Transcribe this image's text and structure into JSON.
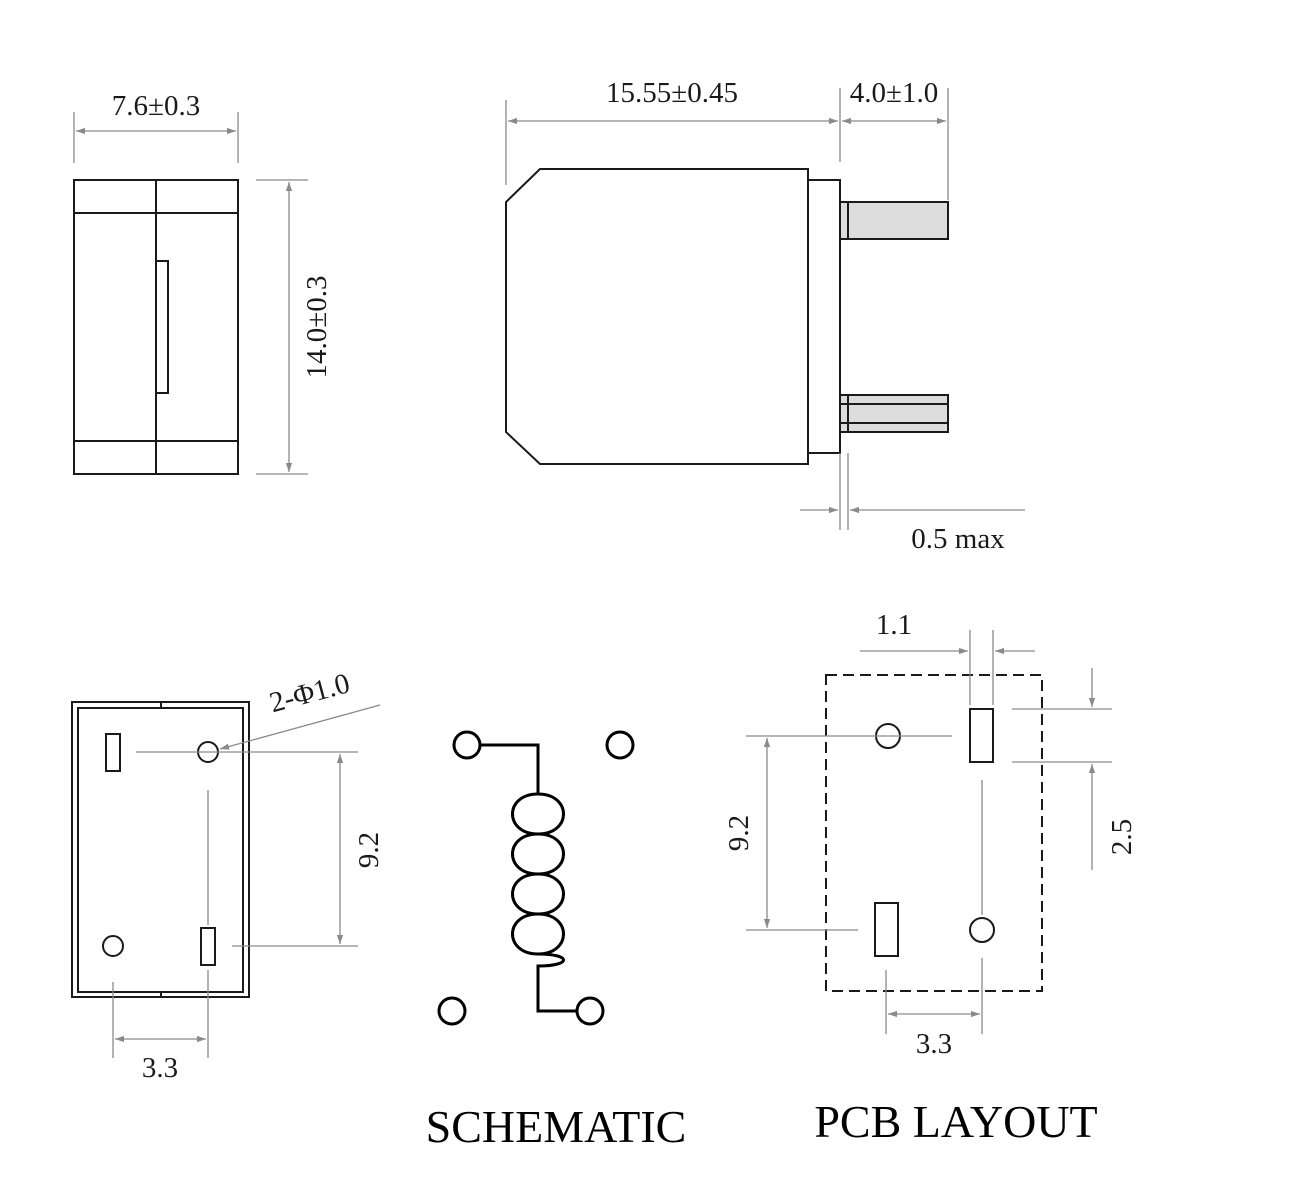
{
  "top_view": {
    "width_label": "7.6±0.3",
    "height_label": "14.0±0.3"
  },
  "side_view": {
    "length_label": "15.55±0.45",
    "pin_length_label": "4.0±1.0",
    "standoff_label": "0.5 max"
  },
  "bottom_view": {
    "hole_label": "2-Φ1.0",
    "pitch_vertical_label": "9.2",
    "pitch_horizontal_label": "3.3"
  },
  "schematic": {
    "title": "SCHEMATIC"
  },
  "pcb_layout": {
    "title": "PCB LAYOUT",
    "slot_width_label": "1.1",
    "slot_length_label": "2.5",
    "pitch_vertical_label": "9.2",
    "pitch_horizontal_label": "3.3"
  }
}
